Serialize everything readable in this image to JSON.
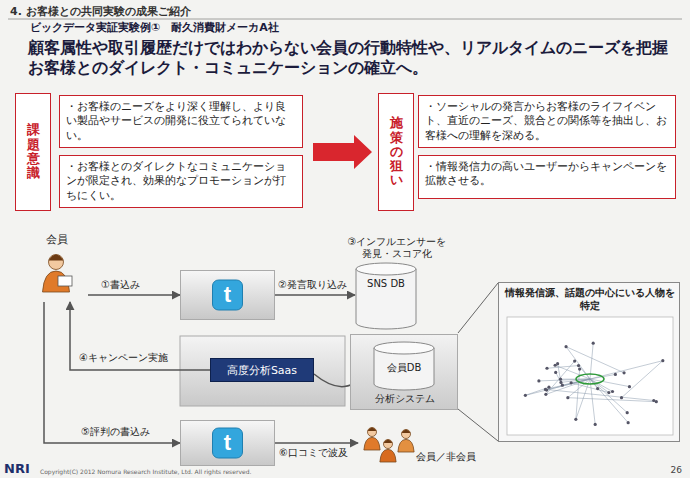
{
  "diagram": {
    "title": "顧客属性や取引履歴だけではわからない会員の行動特性や、リアルタイムのニーズを把握 お客様とのダイレクト・コミュニケーションの確立へ。",
    "nodes": [
      {
        "text": [
          "課題意識"
        ]
      },
      {
        "text": [
          "・お客様のニーズをより深く理解し、より良い製品やサービスの開発に役立てられていない。"
        ],
        "in": 0
      },
      {
        "text": [
          "・お客様とのダイレクトなコミュニケーションが限定され、効果的なプロモーションが打ちにくい。"
        ],
        "in": 0
      },
      {
        "text": [
          "施策の狙い"
        ]
      },
      {
        "text": [
          "・ソーシャルの発言からお客様のライフイベント、直近のニーズ、競合との関係等を抽出し、お客様への理解を深める。"
        ],
        "in": 3
      },
      {
        "text": [
          "・情報発信力の高いユーザーからキャンペーンを拡散させる。"
        ],
        "in": 3
      },
      {
        "text": [
          "会員"
        ]
      },
      {
        "text": [
          "t"
        ]
      },
      {
        "text": [
          "SNS DB"
        ]
      },
      {
        "text": [
          "高度分析Saas"
        ]
      },
      {
        "text": [
          "分析システム"
        ]
      },
      {
        "text": [
          "会員DB"
        ],
        "in": 10
      },
      {
        "text": [
          "t"
        ]
      },
      {
        "text": [
          "会員／非会員"
        ]
      },
      {
        "text": [
          "情報発信源、話題の中心にいる人物を特定"
        ]
      }
    ],
    "edges": [
      {
        "from": 0,
        "to": 3,
        "arrow": "to"
      },
      {
        "from": 6,
        "to": 7,
        "label": "①書込み",
        "arrow": "to"
      },
      {
        "from": 7,
        "to": 8,
        "label": "②発言取り込み",
        "arrow": "to"
      },
      {
        "from": 9,
        "to": 6,
        "label": "④キャンペーン実施",
        "arrow": "to"
      },
      {
        "from": 9,
        "to": 11,
        "arrow": "to"
      },
      {
        "from": 6,
        "to": 12,
        "label": "⑤評判の書込み",
        "arrow": "to"
      },
      {
        "from": 12,
        "to": 13,
        "label": "⑥口コミで波及",
        "arrow": "to"
      }
    ],
    "labels": [
      "4. お客様との共同実験の成果ご紹介",
      "ビックデータ実証実験例①　耐久消費財メーカA社",
      "③インフルエンサーを 発見・スコア化",
      "NRI",
      "Copyright(C) 2012 Nomura Research Institute, Ltd. All rights reserved.",
      "26"
    ]
  }
}
